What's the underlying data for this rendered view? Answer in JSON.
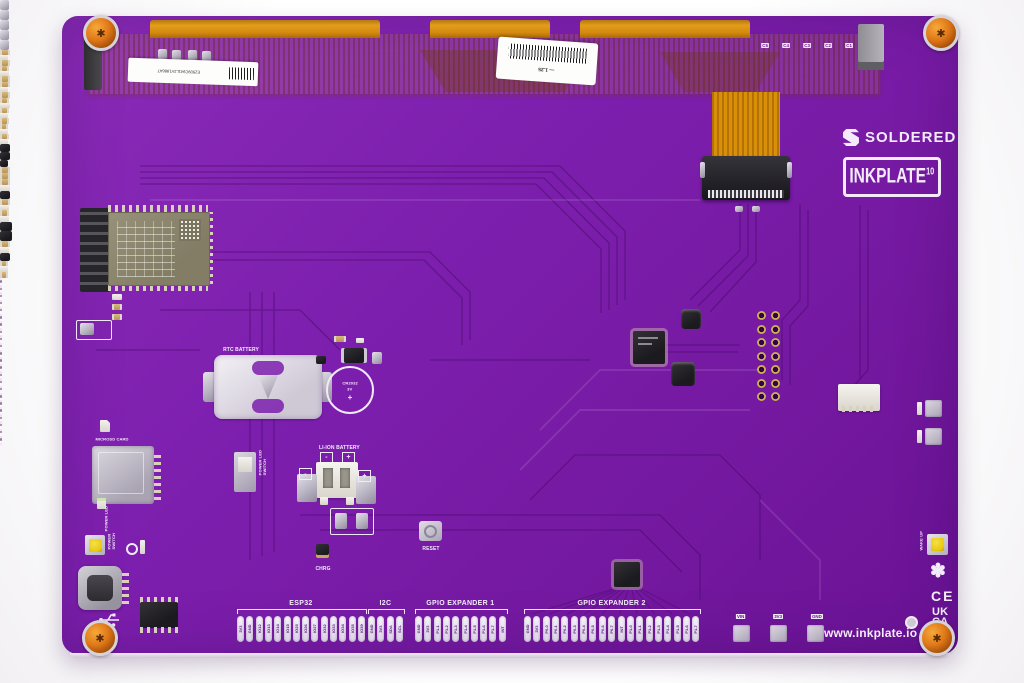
{
  "brand": {
    "name": "SOLDERED",
    "product": "INKPLATE",
    "product_sup": "10"
  },
  "website": "www.inkplate.io",
  "compliance": {
    "ce": "CE",
    "ukca_line1": "UK",
    "ukca_line2": "CA"
  },
  "silkscreen": {
    "rtc_battery": "RTC BATTERY",
    "coin_cell": "CR2032",
    "coin_cell_voltage": "3V",
    "plus": "+",
    "minus": "-",
    "microsd_card": "MICROSD CARD",
    "power_led": "POWER LED",
    "power_switch_l1": "POWER",
    "power_switch_l2": "SWITCH",
    "power_led_switch_l1": "POWER LED",
    "power_led_switch_l2": "SWITCH",
    "li_ion_battery": "LI-ION BATTERY",
    "chrg": "CHRG",
    "reset": "RESET",
    "wake_up": "WAKE UP"
  },
  "stickers": {
    "top": "— 1.25",
    "flex": "E2509C941L2V1986AT"
  },
  "flex_component_labels": [
    "C5",
    "C4",
    "C3",
    "C2",
    "C1"
  ],
  "headers": {
    "groups": [
      {
        "label": "ESP32",
        "pins": [
          "3V3",
          "GND",
          "IO12",
          "IO13",
          "IO14",
          "IO15",
          "IO25",
          "IO26",
          "IO27",
          "IO32",
          "IO33",
          "IO34",
          "IO35",
          "IO39"
        ]
      },
      {
        "label": "I2C",
        "pins": [
          "GND",
          "3V3",
          "SDA",
          "SCL"
        ]
      },
      {
        "label": "GPIO EXPANDER 1",
        "pins": [
          "GND",
          "3V3",
          "P1-1",
          "P1-2",
          "P1-3",
          "P1-4",
          "P1-5",
          "P1-6",
          "P1-7",
          "INT"
        ]
      },
      {
        "label": "GPIO EXPANDER 2",
        "pins": [
          "GND",
          "3V3",
          "P0-0",
          "P0-1",
          "P0-2",
          "P0-3",
          "P0-4",
          "P0-5",
          "P0-6",
          "P0-7",
          "INT",
          "P1-0",
          "P1-1",
          "P1-2",
          "P1-3",
          "P1-4",
          "P1-5",
          "P1-6",
          "P1-7"
        ]
      }
    ],
    "power_pads": [
      "VIN",
      "3V3",
      "GND"
    ]
  },
  "colors": {
    "board_purple": "#7d1fae",
    "silkscreen_white": "#f3ebfa",
    "flex_orange": "#e09a14",
    "screw_orange": "#e07818",
    "button_yellow": "#f2d41c"
  }
}
